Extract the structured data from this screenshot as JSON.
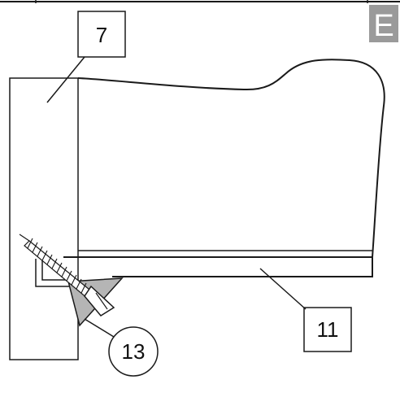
{
  "page": {
    "badge": "E"
  },
  "callouts": {
    "part_7": "7",
    "part_11": "11",
    "part_13": "13"
  },
  "colors": {
    "line": "#1a1a1a",
    "badge_bg": "#9a9a9a",
    "screw_fill": "#b5b5b5",
    "background": "#ffffff"
  }
}
